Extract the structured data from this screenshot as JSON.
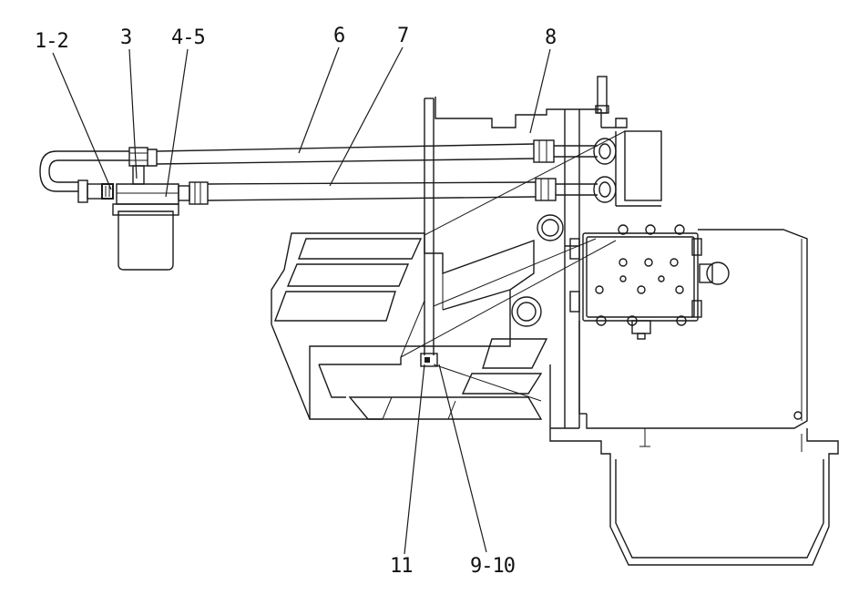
{
  "labels": {
    "l1": "1-2",
    "l2": "3",
    "l3": "4-5",
    "l4": "6",
    "l5": "7",
    "l6": "8",
    "l7": "11",
    "l8": "9-10"
  }
}
